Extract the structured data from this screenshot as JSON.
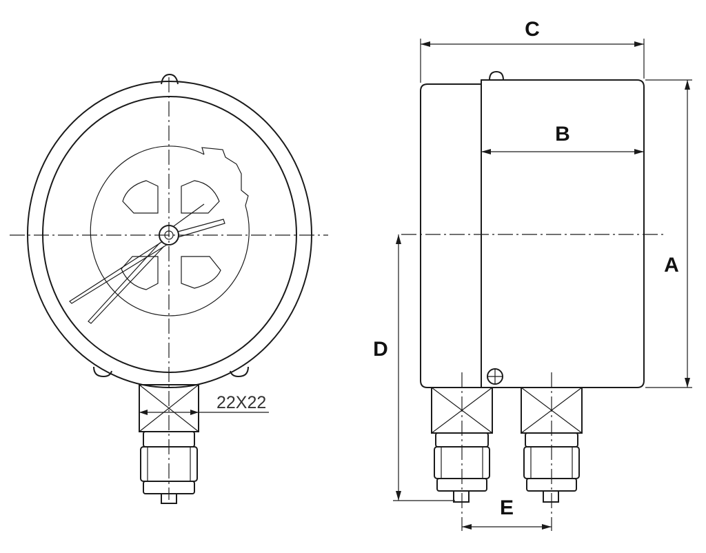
{
  "labels": {
    "dim_a": "A",
    "dim_b": "B",
    "dim_c": "C",
    "dim_d": "D",
    "dim_e": "E",
    "hex_size": "22X22"
  },
  "colors": {
    "line": "#1a1a1a",
    "background": "#ffffff"
  }
}
